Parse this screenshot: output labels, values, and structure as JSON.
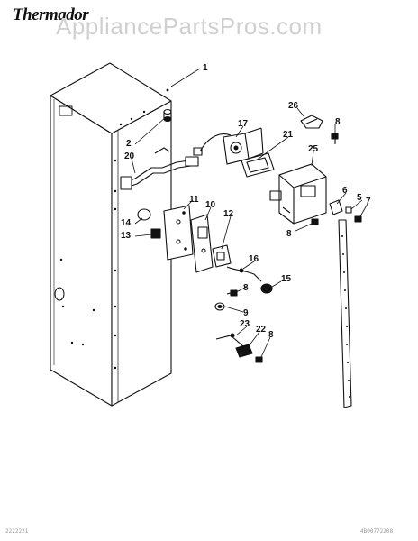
{
  "brand": "Thermador",
  "watermark": "AppliancePartsPros.com",
  "footer_left": "2222221",
  "footer_right": "4B00772208",
  "callouts": [
    "1",
    "2",
    "20",
    "17",
    "26",
    "8",
    "21",
    "25",
    "6",
    "5",
    "7",
    "8",
    "11",
    "10",
    "14",
    "13",
    "12",
    "16",
    "15",
    "8",
    "9",
    "23",
    "22",
    "8"
  ]
}
